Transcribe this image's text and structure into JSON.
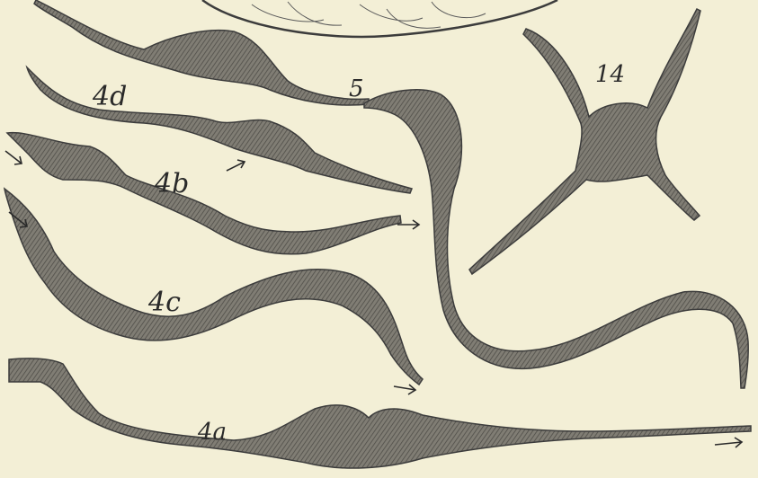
{
  "figure": {
    "labels": {
      "fig_4a": "4a",
      "fig_4b": "4b",
      "fig_4c": "4c",
      "fig_4d": "4d",
      "fig_5": "5",
      "fig_14": "14"
    },
    "colors": {
      "paper": "#f3efd6",
      "ink": "#3c3c3c",
      "cell_fill": "#6f6f6a"
    }
  }
}
